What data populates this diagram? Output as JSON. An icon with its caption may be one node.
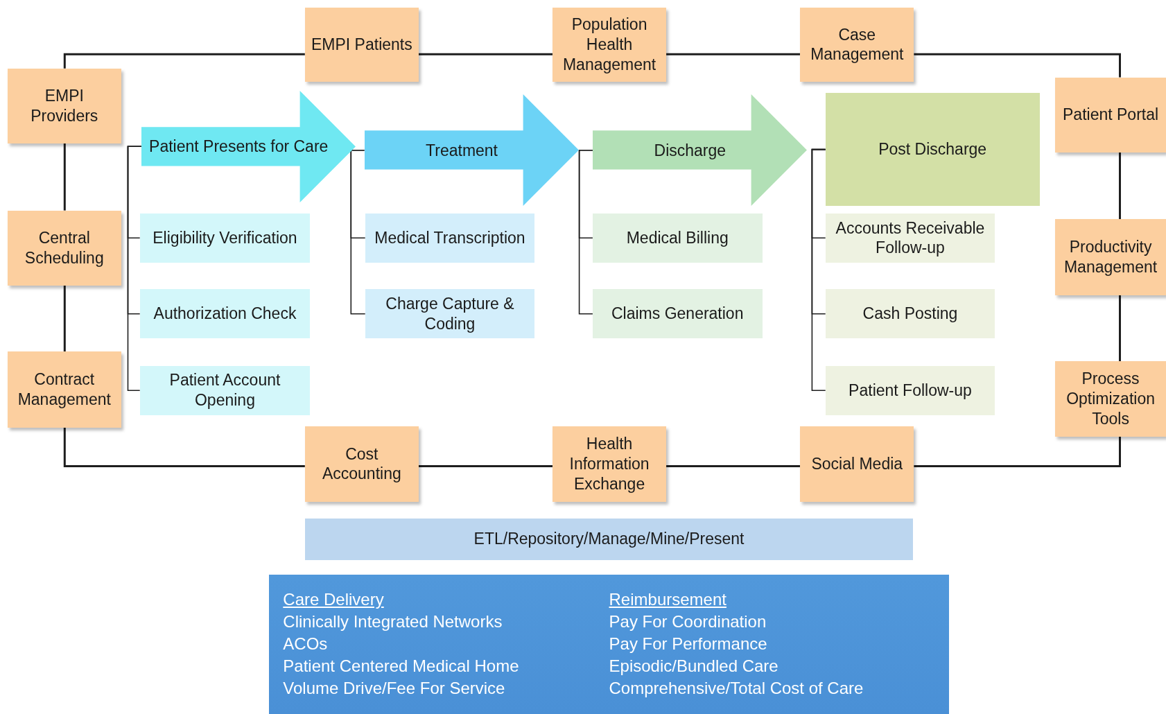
{
  "diagram": {
    "nodes": [
      {
        "text": [
          "EMPI Patients"
        ]
      },
      {
        "text": [
          "Population Health Management"
        ]
      },
      {
        "text": [
          "Case Management"
        ]
      },
      {
        "text": [
          "EMPI Providers"
        ]
      },
      {
        "text": [
          "Patient Portal"
        ]
      },
      {
        "text": [
          "Patient Presents for Care"
        ]
      },
      {
        "text": [
          "Treatment"
        ]
      },
      {
        "text": [
          "Discharge"
        ]
      },
      {
        "text": [
          "Post Discharge"
        ]
      },
      {
        "text": [
          "Eligibility Verification"
        ]
      },
      {
        "text": [
          "Medical Transcription"
        ]
      },
      {
        "text": [
          "Medical Billing"
        ]
      },
      {
        "text": [
          "Accounts Receivable Follow-up"
        ]
      },
      {
        "text": [
          "Central Scheduling"
        ]
      },
      {
        "text": [
          "Productivity Management"
        ]
      },
      {
        "text": [
          "Authorization Check"
        ]
      },
      {
        "text": [
          "Charge Capture & Coding"
        ]
      },
      {
        "text": [
          "Claims Generation"
        ]
      },
      {
        "text": [
          "Cash Posting"
        ]
      },
      {
        "text": [
          "Contract Management"
        ]
      },
      {
        "text": [
          "Process Optimization Tools"
        ]
      },
      {
        "text": [
          "Patient Account Opening"
        ]
      },
      {
        "text": [
          "Patient Follow-up"
        ]
      },
      {
        "text": [
          "Cost Accounting"
        ]
      },
      {
        "text": [
          "Health Information Exchange"
        ]
      },
      {
        "text": [
          "Social Media"
        ]
      },
      {
        "text": [
          "ETL/Repository/Manage/Mine/Present"
        ]
      },
      {
        "text": [
          "Care Delivery",
          "Clinically Integrated Networks",
          "ACOs",
          "Patient Centered Medical Home",
          "Volume Drive/Fee For Service",
          "Reimbursement",
          "Pay For Coordination",
          "Pay For Performance",
          "Episodic/Bundled Care",
          "Comprehensive/Total Cost of Care"
        ]
      }
    ],
    "edges": [
      {
        "from": 0,
        "to": 1,
        "arrow": "none"
      },
      {
        "from": 1,
        "to": 2,
        "arrow": "none"
      },
      {
        "from": 2,
        "to": 4,
        "arrow": "none"
      },
      {
        "from": 4,
        "to": 14,
        "arrow": "none"
      },
      {
        "from": 14,
        "to": 20,
        "arrow": "none"
      },
      {
        "from": 20,
        "to": 25,
        "arrow": "none"
      },
      {
        "from": 25,
        "to": 24,
        "arrow": "none"
      },
      {
        "from": 24,
        "to": 23,
        "arrow": "none"
      },
      {
        "from": 23,
        "to": 19,
        "arrow": "none"
      },
      {
        "from": 19,
        "to": 13,
        "arrow": "none"
      },
      {
        "from": 13,
        "to": 3,
        "arrow": "none"
      },
      {
        "from": 3,
        "to": 0,
        "arrow": "none"
      },
      {
        "from": 5,
        "to": 9,
        "arrow": "none"
      },
      {
        "from": 5,
        "to": 15,
        "arrow": "none"
      },
      {
        "from": 5,
        "to": 21,
        "arrow": "none"
      },
      {
        "from": 6,
        "to": 10,
        "arrow": "none"
      },
      {
        "from": 6,
        "to": 16,
        "arrow": "none"
      },
      {
        "from": 7,
        "to": 11,
        "arrow": "none"
      },
      {
        "from": 7,
        "to": 17,
        "arrow": "none"
      },
      {
        "from": 8,
        "to": 12,
        "arrow": "none"
      },
      {
        "from": 8,
        "to": 18,
        "arrow": "none"
      },
      {
        "from": 8,
        "to": 22,
        "arrow": "none"
      }
    ]
  }
}
